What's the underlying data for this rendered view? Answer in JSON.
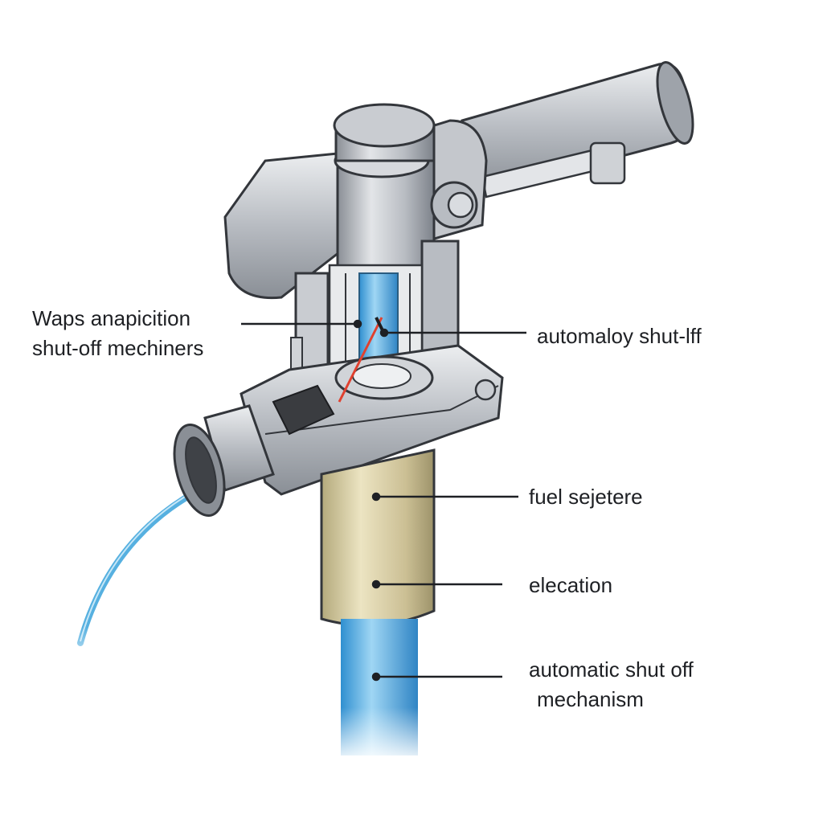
{
  "labels": {
    "left_callout": {
      "line1": "Waps anapicition",
      "line2": "shut-off mechiners"
    },
    "right_top_callout": "automaloy shut-lff",
    "fuel_callout": "fuel sejetere",
    "elevation_callout": "elecation",
    "bottom_callout": {
      "line1": "automatic shut off",
      "line2": "mechanism"
    }
  },
  "colors": {
    "metal": "#b8bcc2",
    "metal_dark": "#7d828a",
    "metal_light": "#e3e5e8",
    "outline": "#33363b",
    "brass": "#c9bf96",
    "fuel_blue": "#4aa8de",
    "hose_blue": "#56b0e0",
    "sensor_red": "#e0412f",
    "background": "#ffffff"
  },
  "icons": [
    "fuel-nozzle-illustration",
    "leader-line",
    "callout-dot"
  ]
}
